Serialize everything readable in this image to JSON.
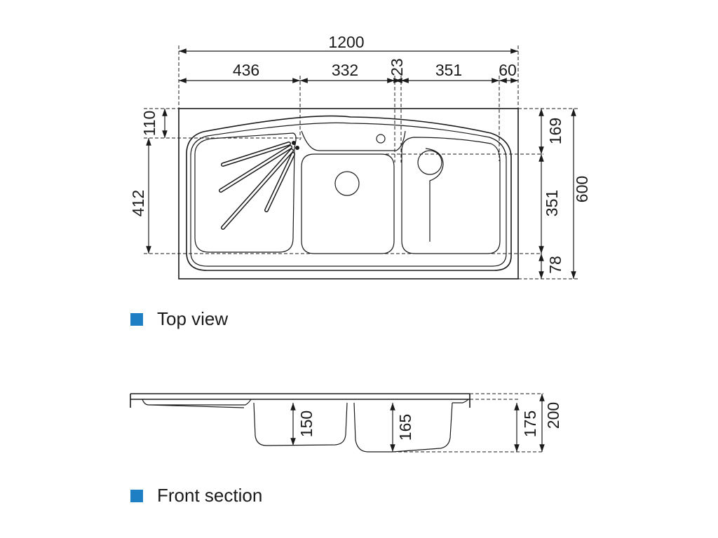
{
  "top_view": {
    "legend": "Top view",
    "dims": {
      "overall_width": "1200",
      "left_section": "436",
      "center_bowl": "332",
      "divider": "23",
      "right_bowl": "351",
      "right_margin": "60",
      "top_margin": "110",
      "drainboard_depth": "412",
      "back_ledge": "169",
      "bowl_depth": "351",
      "front_margin": "78",
      "overall_depth": "600"
    }
  },
  "front_section": {
    "legend": "Front section",
    "dims": {
      "center_bowl_depth": "150",
      "right_bowl_depth": "165",
      "bowl_depth_to_rim": "175",
      "overall_height": "200"
    }
  },
  "colors": {
    "legend_marker": "#1f7fc4",
    "line": "#1a1a1a"
  }
}
